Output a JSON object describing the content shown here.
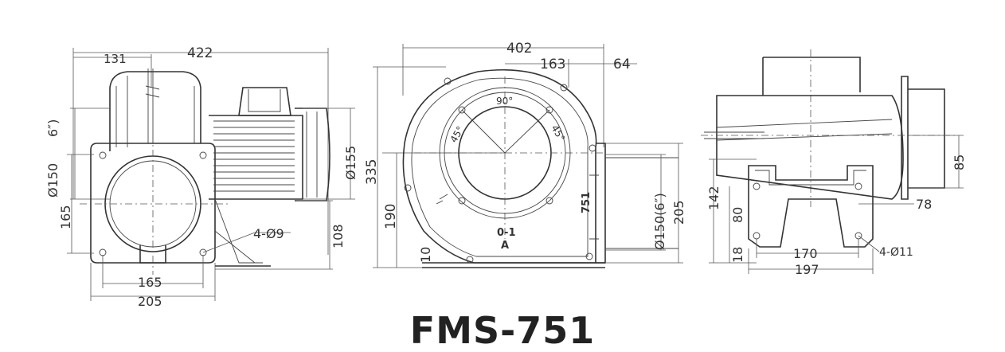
{
  "model": "FMS-751",
  "front_view": {
    "dims": [
      "131",
      "422",
      "6″)",
      "Ø150",
      "165",
      "Ø155",
      "108",
      "4-Ø9",
      "165",
      "205"
    ]
  },
  "side_view": {
    "dims": [
      "402",
      "163",
      "64",
      "335",
      "190",
      "10",
      "Ø150(6″)",
      "205"
    ],
    "angles": [
      "90°",
      "45°",
      "45°"
    ],
    "markings": [
      "751",
      "0-1",
      "A"
    ]
  },
  "right_view": {
    "dims": [
      "85",
      "78",
      "142",
      "80",
      "18",
      "170",
      "4-Ø11",
      "197"
    ]
  }
}
